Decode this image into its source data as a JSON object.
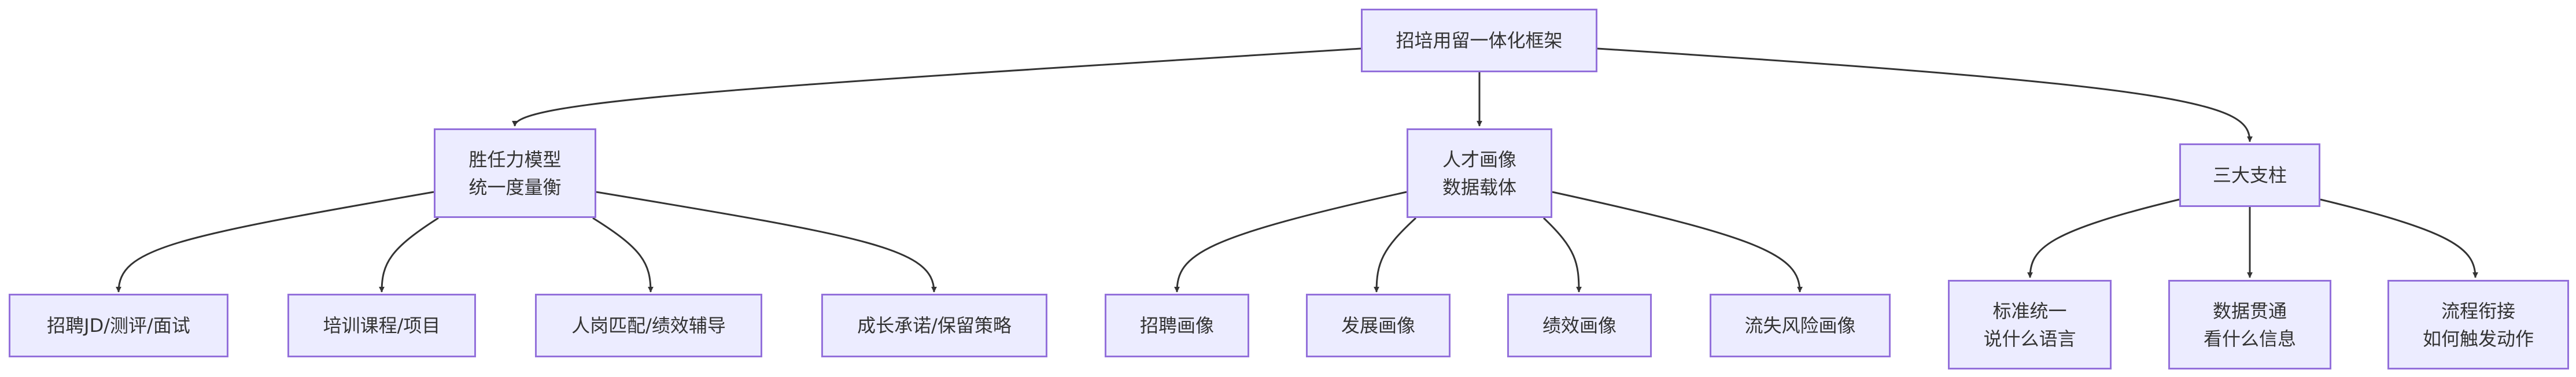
{
  "diagram": {
    "root": {
      "label": "招培用留一体化框架"
    },
    "nodes": {
      "competency": {
        "line1": "胜任力模型",
        "line2": "统一度量衡"
      },
      "talent_profile": {
        "line1": "人才画像",
        "line2": "数据载体"
      },
      "pillars": {
        "label": "三大支柱"
      },
      "recruit_jd": {
        "label": "招聘JD/测评/面试"
      },
      "training": {
        "label": "培训课程/项目"
      },
      "job_match": {
        "label": "人岗匹配/绩效辅导"
      },
      "growth": {
        "label": "成长承诺/保留策略"
      },
      "recruit_profile": {
        "label": "招聘画像"
      },
      "dev_profile": {
        "label": "发展画像"
      },
      "perf_profile": {
        "label": "绩效画像"
      },
      "attrition_profile": {
        "label": "流失风险画像"
      },
      "standard": {
        "line1": "标准统一",
        "line2": "说什么语言"
      },
      "data_link": {
        "line1": "数据贯通",
        "line2": "看什么信息"
      },
      "process": {
        "line1": "流程衔接",
        "line2": "如何触发动作"
      }
    },
    "colors": {
      "node_fill": "#ECECFF",
      "node_border": "#9370DB",
      "edge": "#333333",
      "text": "#333333"
    }
  }
}
